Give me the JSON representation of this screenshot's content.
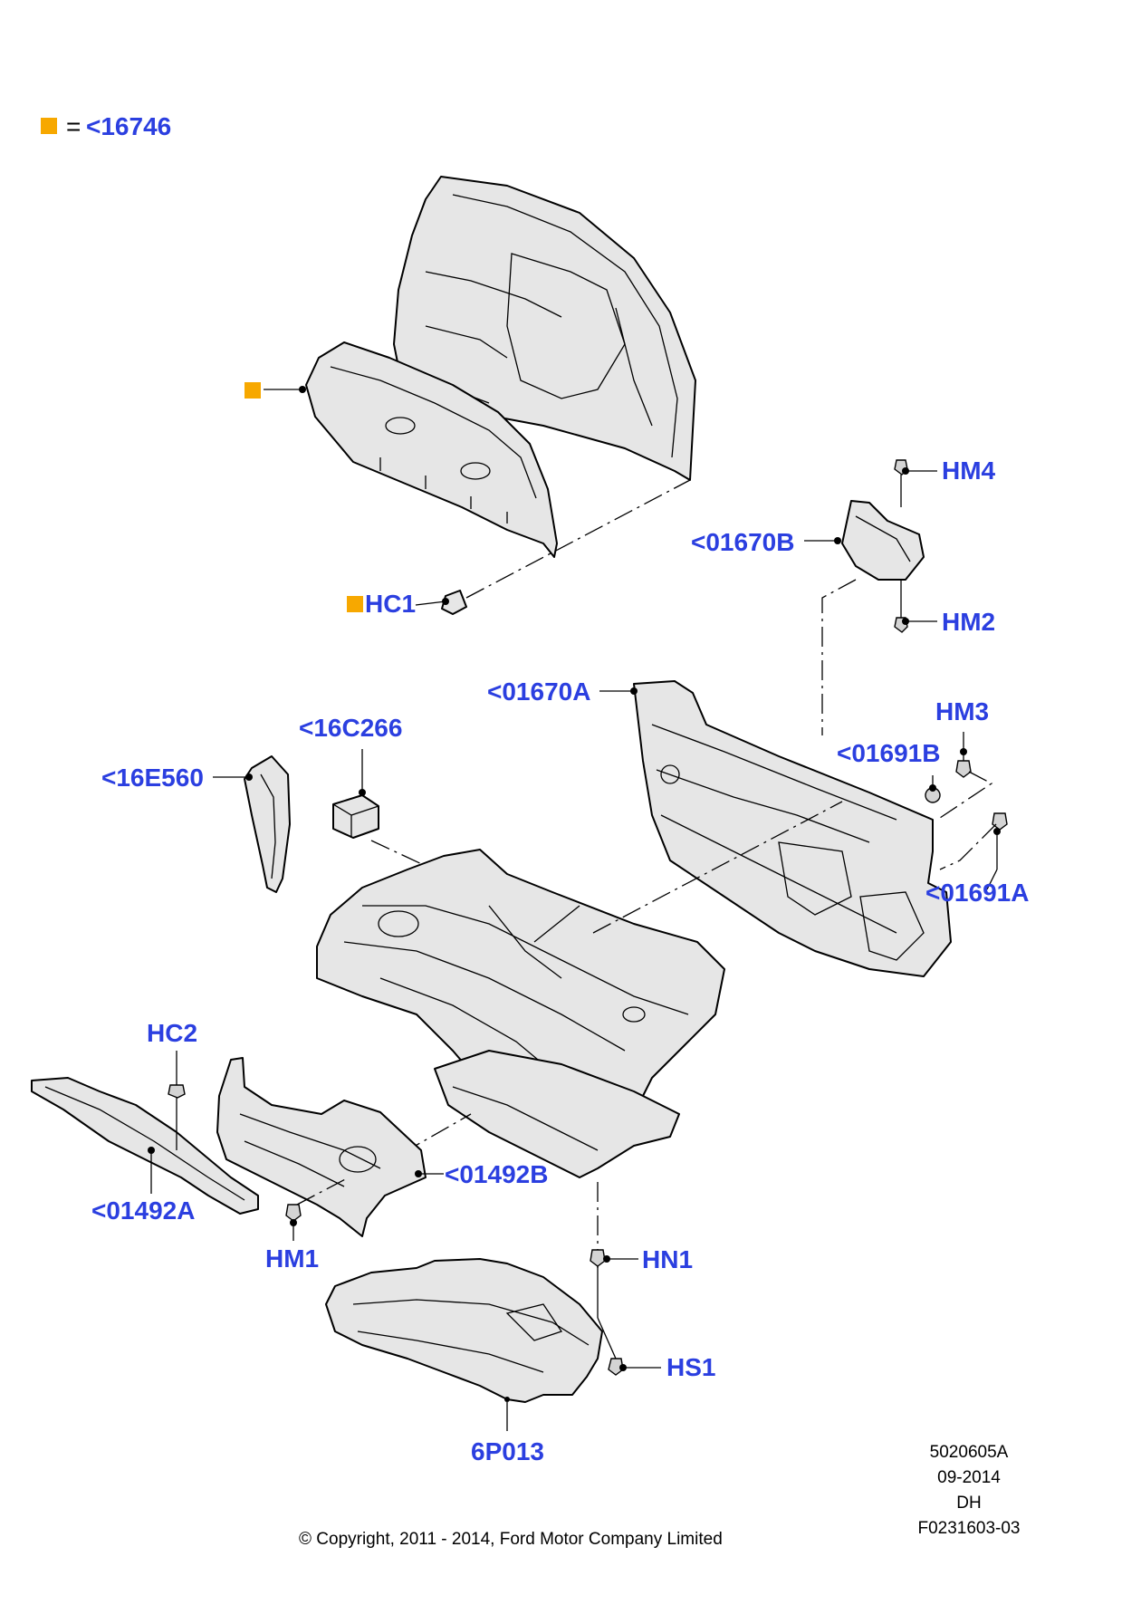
{
  "legend": {
    "marker_color": "#f7a800",
    "equals": "=",
    "ref": "<16746"
  },
  "labels": {
    "hm4": "HM4",
    "c01670b": "<01670B",
    "hc1": "HC1",
    "hm2": "HM2",
    "c01670a": "<01670A",
    "hm3": "HM3",
    "c16c266": "<16C266",
    "c01691b": "<01691B",
    "c16e560": "<16E560",
    "c01691a": "<01691A",
    "hc2": "HC2",
    "c01492b": "<01492B",
    "c01492a": "<01492A",
    "hn1": "HN1",
    "hm1": "HM1",
    "hs1": "HS1",
    "c6p013": "6P013"
  },
  "meta": {
    "code": "5020605A",
    "date": "09-2014",
    "initials": "DH",
    "figure": "F0231603-03"
  },
  "copyright": "© Copyright, 2011 - 2014, Ford Motor Company Limited",
  "colors": {
    "label": "#2b3fe0",
    "marker": "#f7a800",
    "line": "#000000",
    "part_fill": "#e6e6e6"
  }
}
